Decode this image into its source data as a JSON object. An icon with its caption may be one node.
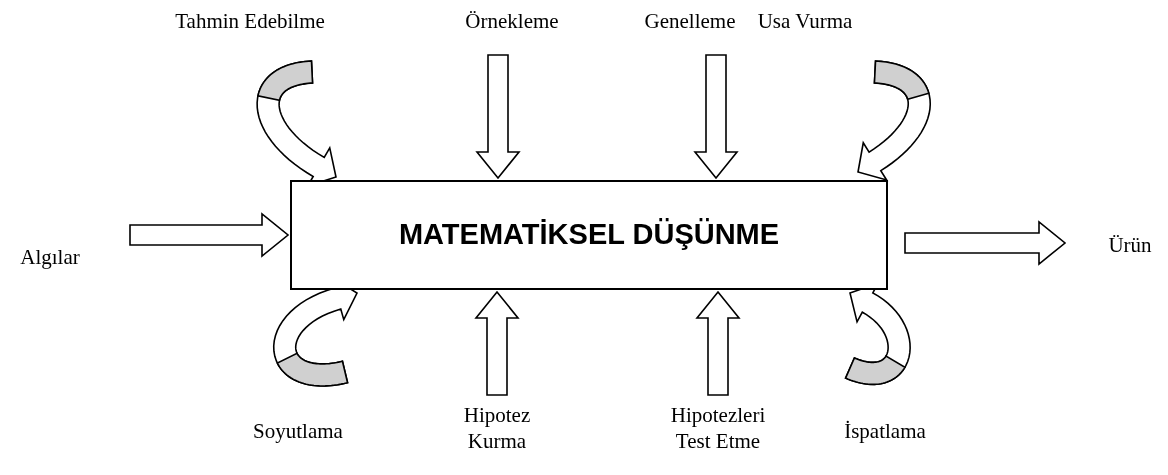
{
  "diagram": {
    "nodes": [
      {
        "text": [
          "Tahmin Edebilme"
        ]
      },
      {
        "text": [
          "Örnekleme"
        ]
      },
      {
        "text": [
          "Genelleme"
        ]
      },
      {
        "text": [
          "Usa Vurma"
        ]
      },
      {
        "text": [
          "Algılar"
        ]
      },
      {
        "text": [
          "MATEMATİKSEL DÜŞÜNME"
        ]
      },
      {
        "text": [
          "Ürün"
        ]
      },
      {
        "text": [
          "Soyutlama"
        ]
      },
      {
        "text": [
          "Hipotez Kurma"
        ]
      },
      {
        "text": [
          "Hipotezleri Test Etme"
        ]
      },
      {
        "text": [
          "İspatlama"
        ]
      }
    ],
    "edges": [
      {
        "from": 0,
        "to": 5,
        "arrow": "to"
      },
      {
        "from": 1,
        "to": 5,
        "arrow": "to"
      },
      {
        "from": 2,
        "to": 5,
        "arrow": "to"
      },
      {
        "from": 3,
        "to": 5,
        "arrow": "to"
      },
      {
        "from": 4,
        "to": 5,
        "arrow": "to"
      },
      {
        "from": 5,
        "to": 6,
        "arrow": "to"
      },
      {
        "from": 7,
        "to": 5,
        "arrow": "to"
      },
      {
        "from": 8,
        "to": 5,
        "arrow": "to"
      },
      {
        "from": 9,
        "to": 5,
        "arrow": "to"
      },
      {
        "from": 10,
        "to": 5,
        "arrow": "to"
      }
    ]
  }
}
